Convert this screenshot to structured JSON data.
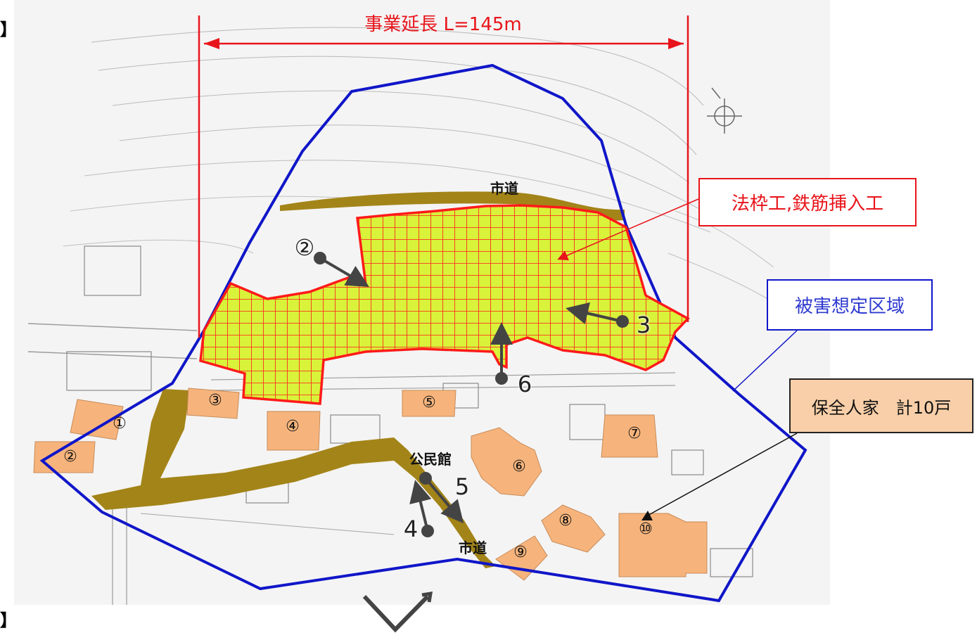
{
  "header": {
    "project_length_label": "事業延長 L=145m",
    "left_edge_top": "】",
    "left_edge_bottom": "】"
  },
  "callouts": {
    "work": "法枠工,鉄筋挿入工",
    "zone": "被害想定区域",
    "houses": "保全人家　計10戸"
  },
  "labels": {
    "road_upper": "市道",
    "road_lower": "市道",
    "community_hall": "公民館"
  },
  "houses": [
    "①",
    "②",
    "③",
    "④",
    "⑤",
    "⑥",
    "⑦",
    "⑧",
    "⑨",
    "⑩"
  ],
  "viewpoints": [
    "②",
    "3",
    "4",
    "5",
    "6"
  ],
  "colors": {
    "work_area_fill": "#d9f23a",
    "work_area_grid": "#ff1a1a",
    "zone_outline": "#1016c8",
    "road": "#a38418",
    "house": "#f6b47c",
    "dimension_line": "#e8141b"
  }
}
